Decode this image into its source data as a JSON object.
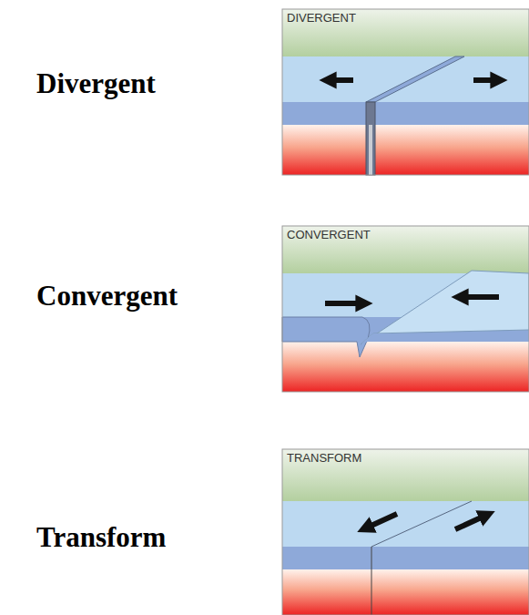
{
  "diagram": {
    "nodes": [
      {
        "text": [
          "DIVERGENT"
        ]
      },
      {
        "text": [
          "CONVERGENT"
        ]
      },
      {
        "text": [
          "TRANSFORM"
        ]
      }
    ],
    "labels": [
      "Divergent",
      "Convergent",
      "Transform"
    ]
  }
}
